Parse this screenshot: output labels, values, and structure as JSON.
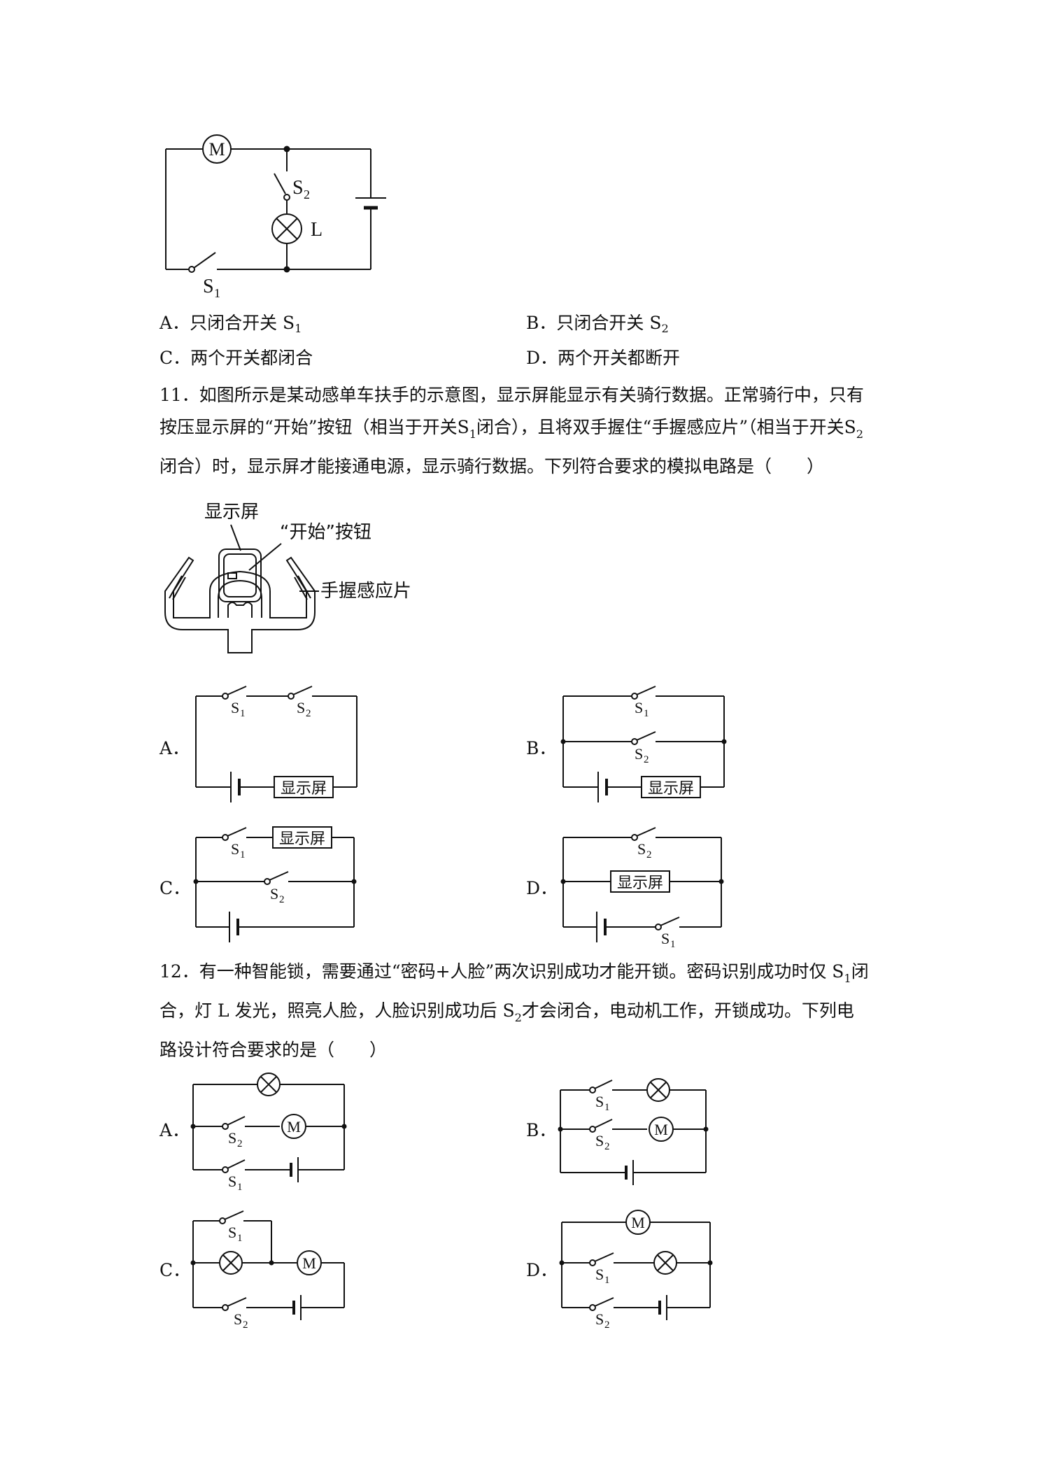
{
  "q10": {
    "options": {
      "A": {
        "letter": "A．",
        "text": "只闭合开关 S",
        "sub": "1"
      },
      "B": {
        "letter": "B．",
        "text": "只闭合开关 S",
        "sub": "2"
      },
      "C": {
        "letter": "C．",
        "text": "两个开关都闭合"
      },
      "D": {
        "letter": "D．",
        "text": "两个开关都断开"
      }
    },
    "figure": {
      "motor": "M",
      "lamp": "L",
      "s1": "S",
      "s2": "S",
      "sub1": "1",
      "sub2": "2"
    }
  },
  "q11": {
    "line1": "11．如图所示是某动感单车扶手的示意图，显示屏能显示有关骑行数据。正常骑行中，只有",
    "line2a": "按压显示屏的“开始”按钮（相当于开关S",
    "line2b": "闭合），且将双手握住“手握感应片”（相当于开关S",
    "line3": "闭合）时，显示屏才能接通电源，显示骑行数据。下列符合要求的模拟电路是（　　）",
    "sub1": "1",
    "sub2": "2",
    "figure": {
      "display": "显示屏",
      "button": "“开始”按钮",
      "sensor": "手握感应片"
    },
    "options": {
      "A": "A．",
      "B": "B．",
      "C": "C．",
      "D": "D．"
    },
    "screen_label": "显示屏",
    "s": "S",
    "n1": "1",
    "n2": "2"
  },
  "q12": {
    "line1a": "12．有一种智能锁，需要通过“密码+人脸”两次识别成功才能开锁。密码识别成功时仅 S",
    "line1b": "闭",
    "line2a": "合，灯 L 发光，照亮人脸，人脸识别成功后 S",
    "line2b": "才会闭合，电动机工作，开锁成功。下列电",
    "line3": "路设计符合要求的是（　　）",
    "sub1": "1",
    "sub2": "2",
    "options": {
      "A": "A．",
      "B": "B．",
      "C": "C．",
      "D": "D．"
    },
    "motor": "M",
    "s": "S",
    "n1": "1",
    "n2": "2"
  }
}
